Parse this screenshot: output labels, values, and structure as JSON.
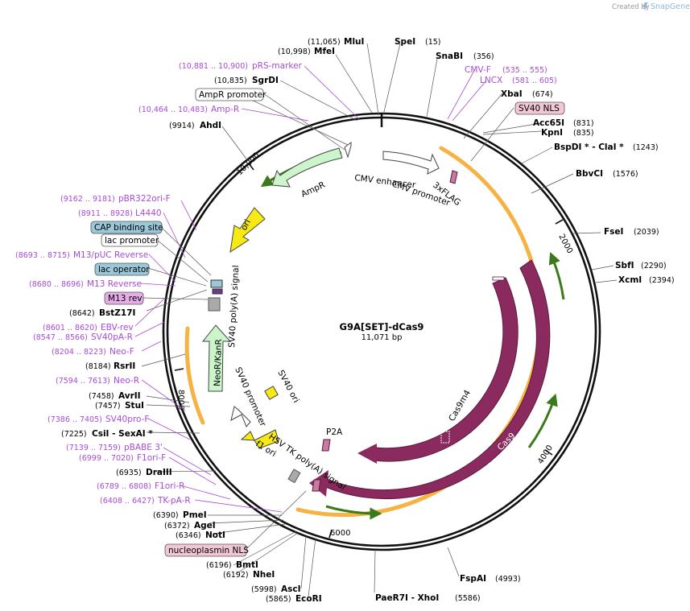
{
  "header": {
    "created_by": "Created by",
    "brand": "SnapGene"
  },
  "plasmid": {
    "name": "G9A[SET]-dCas9",
    "length_label": "11,071 bp"
  },
  "ticks": [
    "2000",
    "4000",
    "6000",
    "8000",
    "10,000"
  ],
  "enzymes": [
    {
      "id": "mlui",
      "name": "MluI",
      "pos": "(11,065)"
    },
    {
      "id": "spei",
      "name": "SpeI",
      "pos": "(15)"
    },
    {
      "id": "mfei",
      "name": "MfeI",
      "pos": "(10,998)"
    },
    {
      "id": "snabi",
      "name": "SnaBI",
      "pos": "(356)"
    },
    {
      "id": "sgrdi",
      "name": "SgrDI",
      "pos": "(10,835)"
    },
    {
      "id": "xbai",
      "name": "XbaI",
      "pos": "(674)"
    },
    {
      "id": "acc65i",
      "name": "Acc65I",
      "pos": "(831)"
    },
    {
      "id": "kpni",
      "name": "KpnI",
      "pos": "(835)"
    },
    {
      "id": "ahdi",
      "name": "AhdI",
      "pos": "(9914)"
    },
    {
      "id": "bspdi",
      "name": "BspDI * - ClaI *",
      "pos": "(1243)"
    },
    {
      "id": "bbvci",
      "name": "BbvCI",
      "pos": "(1576)"
    },
    {
      "id": "fsei",
      "name": "FseI",
      "pos": "(2039)"
    },
    {
      "id": "sbfi",
      "name": "SbfI",
      "pos": "(2290)"
    },
    {
      "id": "xcmi",
      "name": "XcmI",
      "pos": "(2394)"
    },
    {
      "id": "bstz17i",
      "name": "BstZ17I",
      "pos": "(8642)"
    },
    {
      "id": "rsrii",
      "name": "RsrII",
      "pos": "(8184)"
    },
    {
      "id": "avrii",
      "name": "AvrII",
      "pos": "(7458)"
    },
    {
      "id": "stui",
      "name": "StuI",
      "pos": "(7457)"
    },
    {
      "id": "csii",
      "name": "CsiI - SexAI *",
      "pos": "(7225)"
    },
    {
      "id": "draiii",
      "name": "DraIII",
      "pos": "(6935)"
    },
    {
      "id": "pmei",
      "name": "PmeI",
      "pos": "(6390)"
    },
    {
      "id": "agei",
      "name": "AgeI",
      "pos": "(6372)"
    },
    {
      "id": "noti",
      "name": "NotI",
      "pos": "(6346)"
    },
    {
      "id": "bmti",
      "name": "BmtI",
      "pos": "(6196)"
    },
    {
      "id": "nhei",
      "name": "NheI",
      "pos": "(6192)"
    },
    {
      "id": "asci",
      "name": "AscI",
      "pos": "(5998)"
    },
    {
      "id": "ecori",
      "name": "EcoRI",
      "pos": "(5865)"
    },
    {
      "id": "paer7i",
      "name": "PaeR7I - XhoI",
      "pos": "(5586)"
    },
    {
      "id": "fspai",
      "name": "FspAI",
      "pos": "(4993)"
    }
  ],
  "primers": [
    {
      "id": "prs",
      "name": "pRS-marker",
      "pos": "(10,881 .. 10,900)"
    },
    {
      "id": "cmvf",
      "name": "CMV-F",
      "pos": "(535 .. 555)"
    },
    {
      "id": "lncx",
      "name": "LNCX",
      "pos": "(581 .. 605)"
    },
    {
      "id": "ampr",
      "name": "Amp-R",
      "pos": "(10,464 .. 10,483)"
    },
    {
      "id": "pbr",
      "name": "pBR322ori-F",
      "pos": "(9162 .. 9181)"
    },
    {
      "id": "l4440",
      "name": "L4440",
      "pos": "(8911 .. 8928)"
    },
    {
      "id": "m13puc",
      "name": "M13/pUC Reverse",
      "pos": "(8693 .. 8715)"
    },
    {
      "id": "m13rev",
      "name": "M13 Reverse",
      "pos": "(8680 .. 8696)"
    },
    {
      "id": "ebv",
      "name": "EBV-rev",
      "pos": "(8601 .. 8620)"
    },
    {
      "id": "sv40pa",
      "name": "SV40pA-R",
      "pos": "(8547 .. 8566)"
    },
    {
      "id": "neof",
      "name": "Neo-F",
      "pos": "(8204 .. 8223)"
    },
    {
      "id": "neor",
      "name": "Neo-R",
      "pos": "(7594 .. 7613)"
    },
    {
      "id": "sv40pro",
      "name": "SV40pro-F",
      "pos": "(7386 .. 7405)"
    },
    {
      "id": "pbabe",
      "name": "pBABE 3'",
      "pos": "(7139 .. 7159)"
    },
    {
      "id": "f1f",
      "name": "F1ori-F",
      "pos": "(6999 .. 7020)"
    },
    {
      "id": "f1r",
      "name": "F1ori-R",
      "pos": "(6789 .. 6808)"
    },
    {
      "id": "tkpa",
      "name": "TK-pA-R",
      "pos": "(6408 .. 6427)"
    }
  ],
  "boxed": [
    {
      "id": "sv40nls",
      "name": "SV40 NLS",
      "color": "#f1c7d6"
    },
    {
      "id": "amprprom",
      "name": "AmpR promoter",
      "color": "#ffffff"
    },
    {
      "id": "cap",
      "name": "CAP binding site",
      "color": "#9ac8d8"
    },
    {
      "id": "lacprom",
      "name": "lac promoter",
      "color": "#ffffff"
    },
    {
      "id": "lacop",
      "name": "lac operator",
      "color": "#9ac8d8"
    },
    {
      "id": "m13revbox",
      "name": "M13 rev",
      "color": "#e6aee8"
    },
    {
      "id": "nucnls",
      "name": "nucleoplasmin NLS",
      "color": "#f1c7d6"
    }
  ],
  "features": [
    {
      "id": "cmvenh",
      "name": "CMV enhancer"
    },
    {
      "id": "cmvprom",
      "name": "CMV promoter"
    },
    {
      "id": "flag",
      "name": "3xFLAG"
    },
    {
      "id": "amprgene",
      "name": "AmpR"
    },
    {
      "id": "ori",
      "name": "ori"
    },
    {
      "id": "sv40pa_sig",
      "name": "SV40 poly(A) signal"
    },
    {
      "id": "neokan",
      "name": "NeoR/KanR"
    },
    {
      "id": "sv40promf",
      "name": "SV40 promoter"
    },
    {
      "id": "sv40ori",
      "name": "SV40 ori"
    },
    {
      "id": "f1ori",
      "name": "f1 ori"
    },
    {
      "id": "hsvtk",
      "name": "HSV TK poly(A) signal"
    },
    {
      "id": "p2a",
      "name": "P2A"
    },
    {
      "id": "cas9m4",
      "name": "Cas9m4"
    },
    {
      "id": "cas9",
      "name": "Cas9"
    }
  ],
  "colors": {
    "cas9": "#8b2a5f",
    "orange": "#f5a623",
    "green": "#6aa632",
    "yellow": "#f7ea14",
    "ampr_fill": "#ccf5cc",
    "primer": "#a74bd6"
  }
}
